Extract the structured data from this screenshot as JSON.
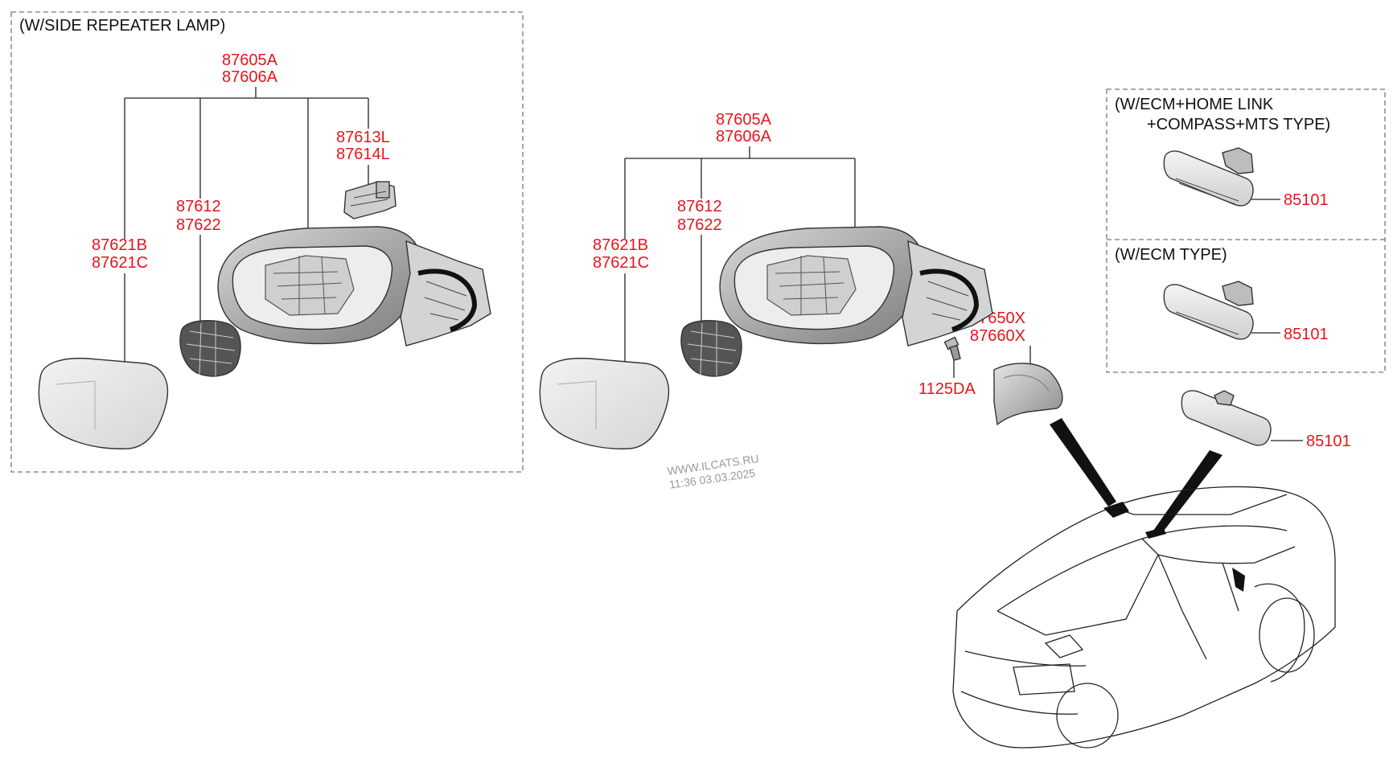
{
  "colors": {
    "part_number": "#e8141c",
    "text": "#111111",
    "watermark": "#9a9a9a"
  },
  "group_left": {
    "title": "(W/SIDE REPEATER LAMP)",
    "assembly_1": "87605A",
    "assembly_2": "87606A",
    "lamp_1": "87613L",
    "lamp_2": "87614L",
    "actuator_1": "87612",
    "actuator_2": "87622",
    "glass_1": "87621B",
    "glass_2": "87621C"
  },
  "group_center": {
    "assembly_1": "87605A",
    "assembly_2": "87606A",
    "actuator_1": "87612",
    "actuator_2": "87622",
    "glass_1": "87621B",
    "glass_2": "87621C",
    "cover_1": "87650X",
    "cover_2": "87660X",
    "bolt": "1125DA"
  },
  "watermark": {
    "line1": "WWW.ILCATS.RU",
    "line2": "11:36 03.03.2025"
  },
  "group_right": {
    "box1_title_1": "(W/ECM+HOME LINK",
    "box1_title_2": "+COMPASS+MTS TYPE)",
    "box1_part": "85101",
    "box2_title": "(W/ECM TYPE)",
    "box2_part": "85101",
    "std_part": "85101"
  }
}
